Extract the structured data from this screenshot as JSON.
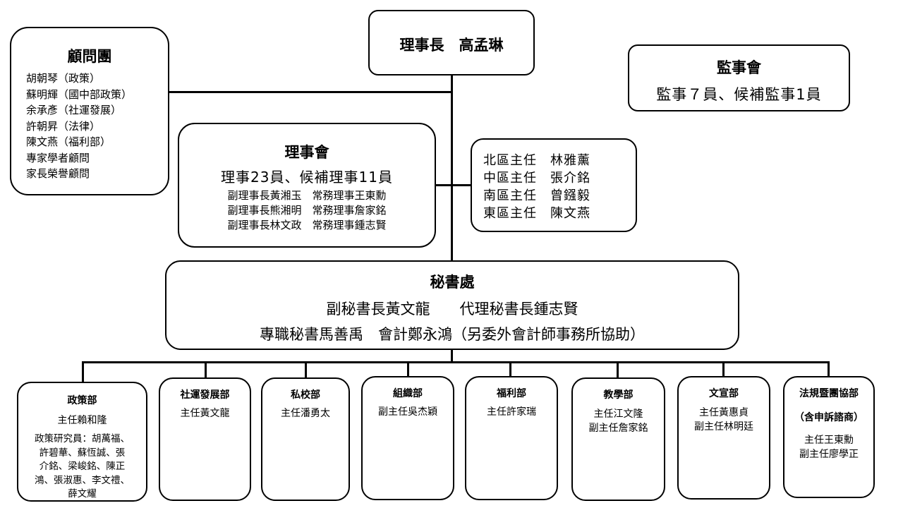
{
  "chairman": {
    "label": "理事長　高孟琳"
  },
  "supervisors": {
    "title": "監事會",
    "desc": "監事７員、候補監事1員"
  },
  "advisors": {
    "title": "顧問團",
    "members": [
      "胡朝琴（政策）",
      "蘇明輝（國中部政策）",
      "余承彥（社運發展）",
      "許朝昇（法律）",
      "陳文燕（福利部）",
      "專家學者顧問",
      "家長榮譽顧問"
    ]
  },
  "board": {
    "title": "理事會",
    "desc": "理事23員、候補理事11員",
    "rows": [
      "副理事長黃湘玉　常務理事王東勳",
      "副理事長熊湘明　常務理事詹家銘",
      "副理事長林文政　常務理事鍾志賢"
    ]
  },
  "regions": {
    "rows": [
      "北區主任　林雅薰",
      "中區主任　張介銘",
      "南區主任　曾鏹毅",
      "東區主任　陳文燕"
    ]
  },
  "secretariat": {
    "title": "秘書處",
    "line1": "副秘書長黃文龍　　代理秘書長鍾志賢",
    "line2": "專職秘書馬善禹　會計鄭永鴻（另委外會計師事務所協助）"
  },
  "departments": [
    {
      "title": "政策部",
      "lines": [
        "主任賴和隆"
      ],
      "extra": [
        "政策研究員：胡萬福、",
        "許碧華、蘇恆誠、張",
        "介銘、梁峻銘、陳正",
        "鴻、張淑惠、李文禮、",
        "薛文耀"
      ]
    },
    {
      "title": "社運發展部",
      "lines": [
        "主任黃文龍"
      ]
    },
    {
      "title": "私校部",
      "lines": [
        "主任潘勇太"
      ]
    },
    {
      "title": "組織部",
      "lines": [
        "副主任吳杰穎"
      ]
    },
    {
      "title": "福利部",
      "lines": [
        "主任許家瑞"
      ]
    },
    {
      "title": "教學部",
      "lines": [
        "主任江文隆",
        "副主任詹家銘"
      ]
    },
    {
      "title": "文宣部",
      "lines": [
        "主任黃惠貞",
        "副主任林明廷"
      ]
    },
    {
      "title": "法規暨團協部",
      "subtitle": "（含申訴諮商）",
      "lines": [
        "主任王東勳",
        "副主任廖學正"
      ]
    }
  ]
}
